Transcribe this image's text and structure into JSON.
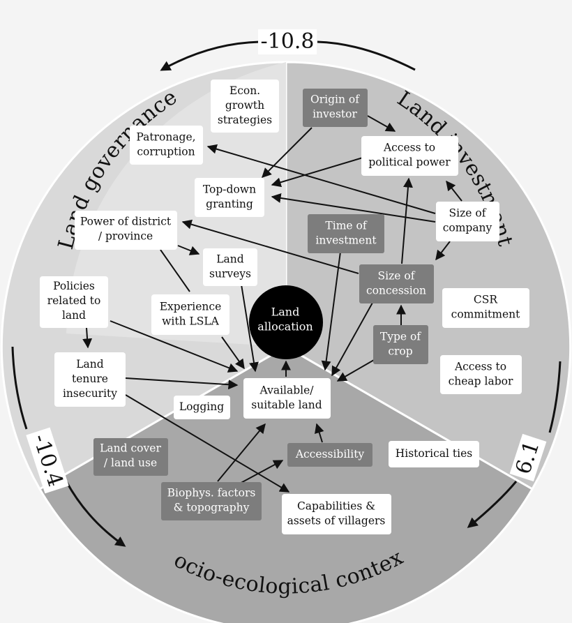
{
  "regions": {
    "land_governance": "Land governance",
    "land_investment": "Land investment",
    "socio_ecological": "Socio-ecological context"
  },
  "cycle_values": {
    "top": "-10.8",
    "left": "-10.4",
    "right": "6.1"
  },
  "nodes": {
    "econ_growth": "Econ.|growth|strategies",
    "patronage": "Patronage,|corruption",
    "top_down": "Top-down|granting",
    "power_district": "Power of district|/ province",
    "land_surveys": "Land|surveys",
    "policies": "Policies|related to|land",
    "experience": "Experience|with LSLA",
    "land_tenure": "Land|tenure|insecurity",
    "logging": "Logging",
    "land_cover": "Land cover|/ land use",
    "biophys": "Biophys. factors|& topography",
    "origin_investor": "Origin of|investor",
    "access_political": "Access to|political power",
    "size_company": "Size of|company",
    "time_investment": "Time of|investment",
    "size_concession": "Size of|concession",
    "csr": "CSR|commitment",
    "type_crop": "Type of|crop",
    "cheap_labor": "Access to|cheap labor",
    "land_allocation": "Land|allocation",
    "available_land": "Available/|suitable land",
    "accessibility": "Accessibility",
    "historical_ties": "Historical ties",
    "capabilities": "Capabilities &|assets of villagers"
  }
}
